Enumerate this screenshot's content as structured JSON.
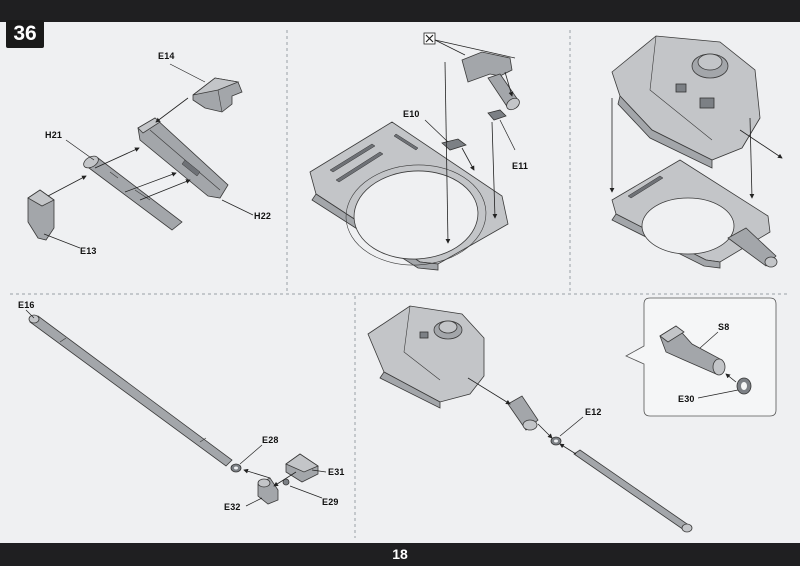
{
  "step": "36",
  "page_number": "18",
  "panels": {
    "gun_assembly": {
      "labels": {
        "e14": "E14",
        "h21": "H21",
        "h22": "H22",
        "e13": "E13"
      }
    },
    "turret_ring": {
      "labels": {
        "e10": "E10",
        "e11": "E11"
      },
      "icon": "glue-x-icon"
    },
    "turret_attach": {},
    "barrel": {
      "labels": {
        "e16": "E16",
        "e28": "E28",
        "e31": "E31",
        "e32": "E32",
        "e29": "E29"
      }
    },
    "final": {
      "labels": {
        "e12": "E12"
      }
    },
    "inset": {
      "labels": {
        "s8": "S8",
        "e30": "E30"
      }
    }
  }
}
